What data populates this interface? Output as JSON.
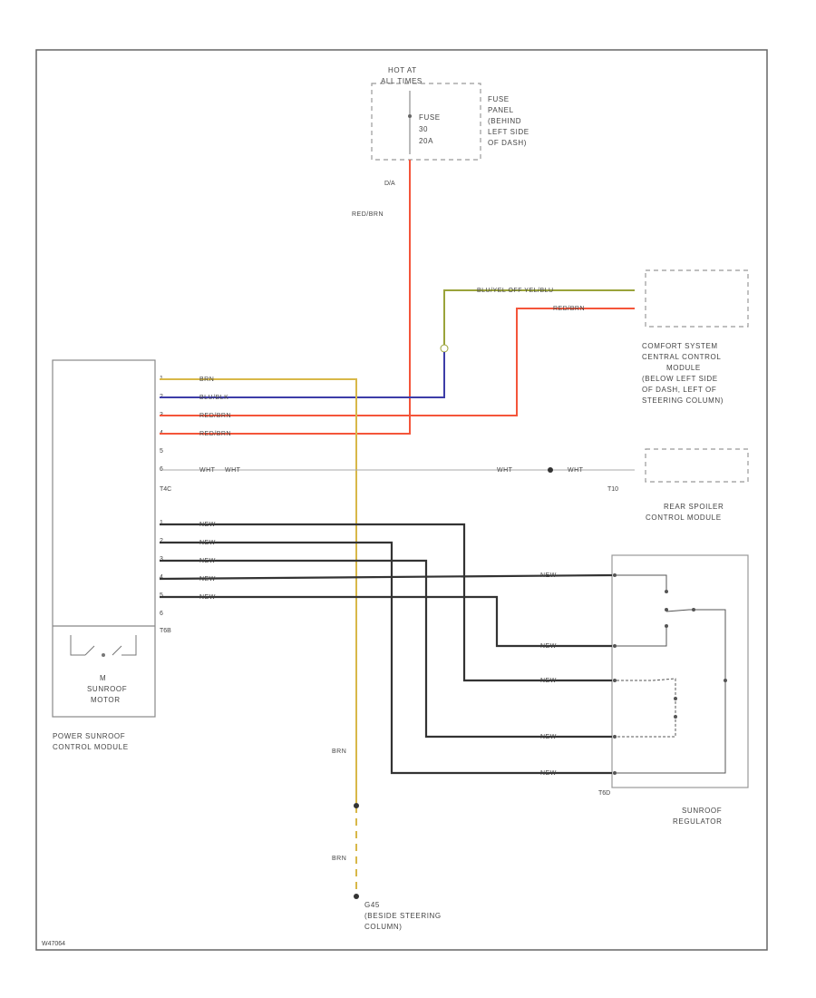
{
  "colors": {
    "red": "#f4553a",
    "red_light": "#f7a090",
    "yellow": "#d8b848",
    "blue": "#3d3da8",
    "green": "#9aa33a",
    "black": "#333333",
    "gray": "#aaaaaa"
  },
  "fuse": {
    "hot_label_1": "HOT AT",
    "hot_label_2": "ALL TIMES",
    "fuse_name_1": "FUSE",
    "fuse_name_2": "30",
    "fuse_name_3": "20A",
    "panel_1": "FUSE",
    "panel_2": "PANEL",
    "panel_3": "(BEHIND",
    "panel_4": "LEFT SIDE",
    "panel_5": "OF DASH)",
    "pin": "D/A",
    "wire_color": "RED/BRN"
  },
  "comfort": {
    "wire_green": "BLU/YEL OFF YEL/BLU",
    "wire_red": "RED/BRN",
    "label_1": "COMFORT SYSTEM",
    "label_2": "CENTRAL CONTROL",
    "label_3": "MODULE",
    "label_4": "(BELOW LEFT SIDE",
    "label_5": "OF DASH, LEFT OF",
    "label_6": "STEERING COLUMN)"
  },
  "spoiler": {
    "wire_1": "WHT",
    "wire_2": "WHT",
    "wire_3": "WHT",
    "connector": "T10",
    "label_1": "REAR SPOILER",
    "label_2": "CONTROL MODULE"
  },
  "module": {
    "top_pins": [
      "1",
      "2",
      "3",
      "4",
      "5",
      "6"
    ],
    "top_wires": [
      "BRN",
      "BLU/BLK",
      "RED/BRN",
      "RED/BRN",
      "",
      "WHT"
    ],
    "top_connector": "T4C",
    "bottom_pins": [
      "1",
      "2",
      "3",
      "4",
      "5",
      "6"
    ],
    "bottom_wires": [
      "NEW",
      "NEW",
      "NEW",
      "NEW",
      "NEW",
      ""
    ],
    "bottom_connector": "T6B",
    "motor_symbol": "M",
    "motor_1": "SUNROOF",
    "motor_2": "MOTOR",
    "label_1": "POWER SUNROOF",
    "label_2": "CONTROL MODULE"
  },
  "regulator": {
    "wires": [
      "NEW",
      "NEW",
      "NEW",
      "NEW",
      "NEW"
    ],
    "connector": "T6D",
    "label_1": "SUNROOF",
    "label_2": "REGULATOR"
  },
  "ground": {
    "wire_1": "BRN",
    "wire_2": "BRN",
    "name": "G45",
    "loc_1": "(BESIDE STEERING",
    "loc_2": "COLUMN)"
  },
  "footer": {
    "code": "W47064"
  }
}
